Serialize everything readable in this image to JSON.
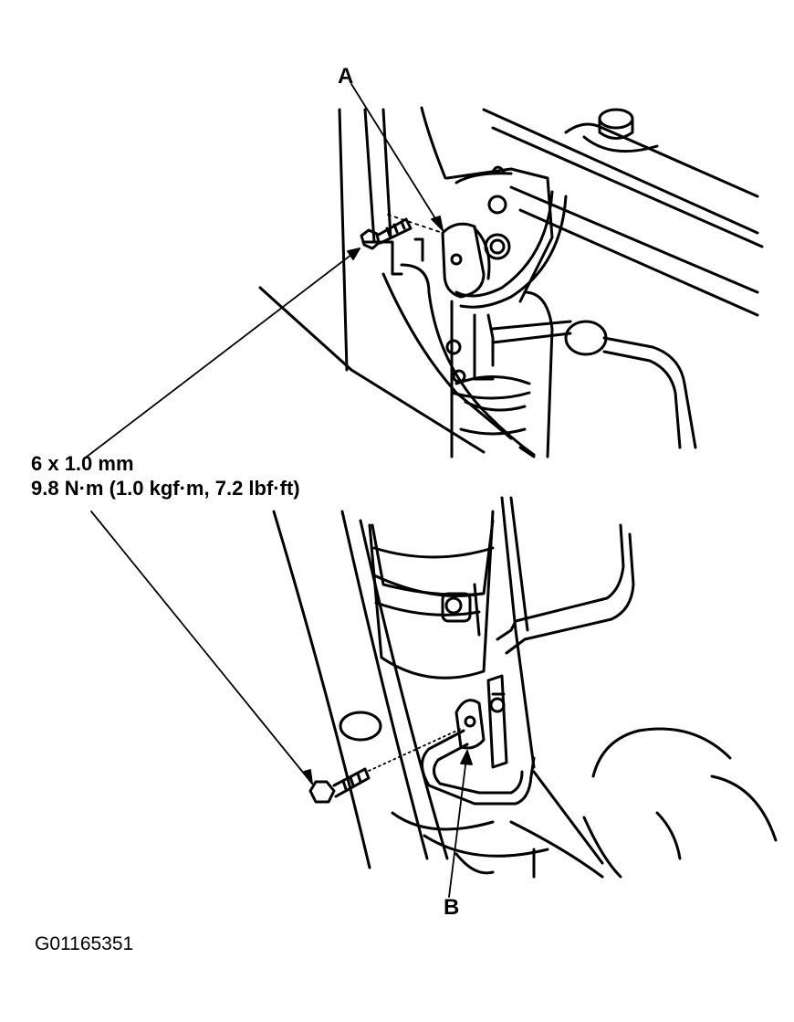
{
  "callouts": {
    "a": "A",
    "b": "B"
  },
  "fastener_spec": {
    "size": "6 x 1.0 mm",
    "torque": "9.8 N·m (1.0 kgf·m, 7.2 lbf·ft)"
  },
  "figure_id": "G01165351",
  "colors": {
    "line": "#000000",
    "background": "#ffffff"
  }
}
